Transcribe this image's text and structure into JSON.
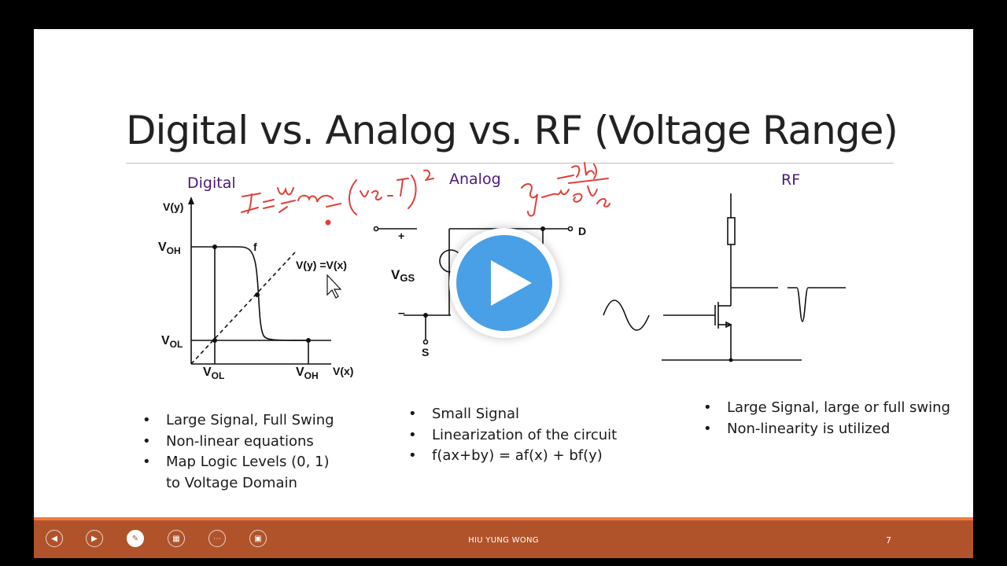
{
  "slide": {
    "title": "Digital vs. Analog vs. RF (Voltage Range)",
    "sections": {
      "digital": "Digital",
      "analog": "Analog",
      "rf": "RF"
    },
    "colors": {
      "digital_label": "#4b1a7a",
      "analog_label": "#4b1a7a",
      "rf_label": "#4b1a7a",
      "ink": "#e0403a"
    },
    "digital_plot": {
      "y_axis": "V(y)",
      "x_axis": "V(x)",
      "voh_y": "V",
      "voh_sub": "OH",
      "vol_y": "V",
      "vol_sub": "OL",
      "vol_x": "V",
      "vol_x_sub": "OL",
      "voh_x": "V",
      "voh_x_sub": "OH",
      "curve_label": "f",
      "diag_label": "V(y) =V(x)"
    },
    "analog_circuit": {
      "plus": "+",
      "minus": "–",
      "vgs": "V",
      "vgs_sub": "GS",
      "drain": "D",
      "source": "S"
    },
    "bullets_digital": [
      "Large Signal, Full Swing",
      "Non-linear equations",
      "Map Logic Levels (0, 1)",
      "to Voltage Domain"
    ],
    "bullets_analog": [
      "Small Signal",
      "Linearization of the circuit",
      "f(ax+by) = af(x) + bf(y)"
    ],
    "bullets_rf": [
      "Large Signal, large or full swing",
      "Non-linearity is utilized"
    ]
  },
  "toolbar": {
    "presenter": "HIU YUNG WONG",
    "slide_number": "7",
    "buttons": [
      "previous-icon",
      "next-icon",
      "pen-icon",
      "slide-sorter-icon",
      "more-icon",
      "display-settings-icon"
    ]
  }
}
